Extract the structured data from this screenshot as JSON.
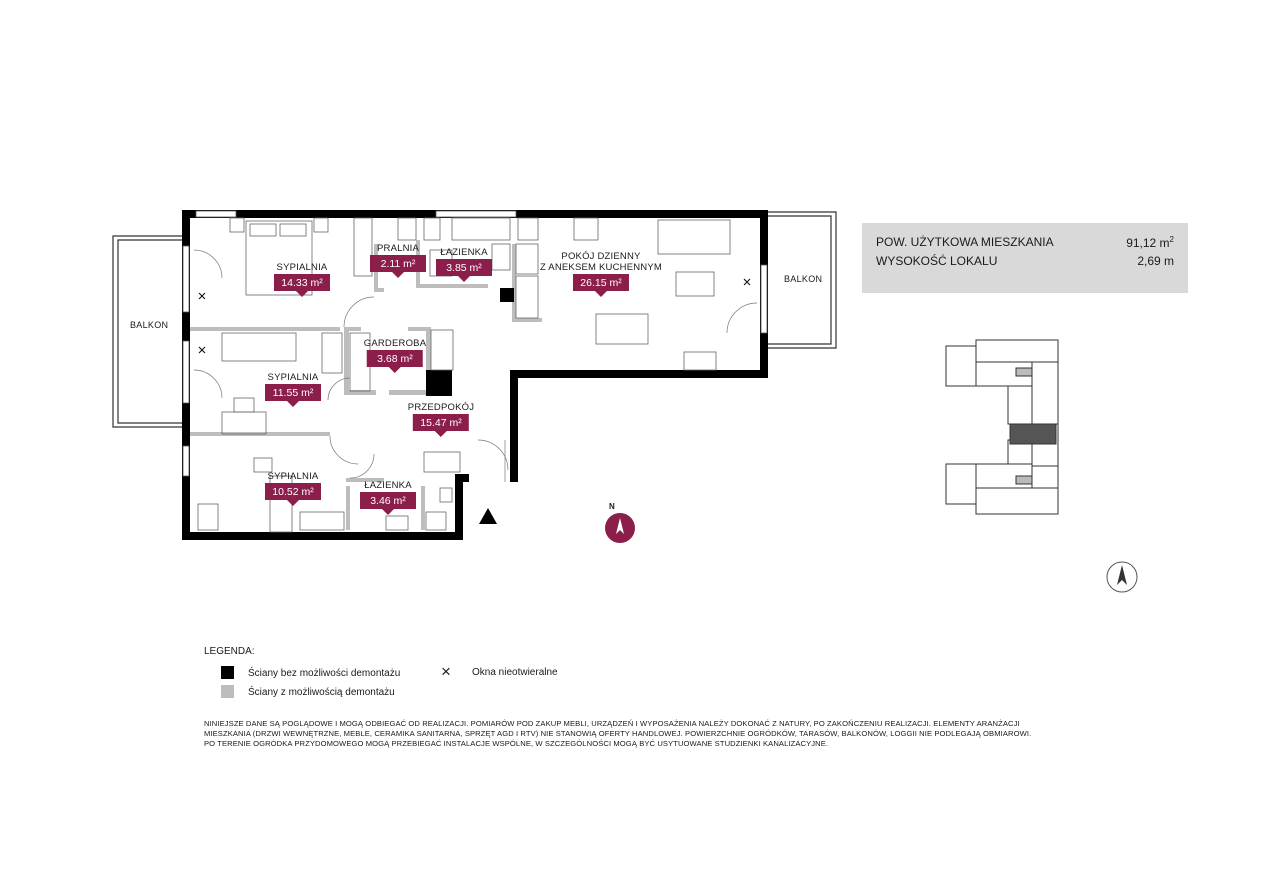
{
  "summary": {
    "area_label": "POW. UŻYTKOWA MIESZKANIA",
    "area_value": "91,12 m",
    "area_unit_sup": "2",
    "height_label": "WYSOKOŚĆ LOKALU",
    "height_value": "2,69 m"
  },
  "rooms": [
    {
      "name": "SYPIALNIA",
      "area": "14.33 m²"
    },
    {
      "name": "PRALNIA",
      "area": "2.11 m²"
    },
    {
      "name": "ŁAZIENKA",
      "area": "3.85 m²"
    },
    {
      "name": "POKÓJ DZIENNY\nZ ANEKSEM KUCHENNYM",
      "area": "26.15 m²"
    },
    {
      "name": "GARDEROBA",
      "area": "3.68 m²"
    },
    {
      "name": "SYPIALNIA",
      "area": "11.55 m²"
    },
    {
      "name": "PRZEDPOKÓJ",
      "area": "15.47 m²"
    },
    {
      "name": "SYPIALNIA",
      "area": "10.52 m²"
    },
    {
      "name": "ŁAZIENKA",
      "area": "3.46 m²"
    }
  ],
  "balconies": [
    "BALKON",
    "BALKON"
  ],
  "compass_letter": "N",
  "legend": {
    "title": "LEGENDA:",
    "fixed_walls": "Ściany bez możliwości demontażu",
    "removable_walls": "Ściany z możliwością demontażu",
    "fixed_windows": "Okna nieotwieralne",
    "fixed_color": "#000000",
    "removable_color": "#bdbdbd"
  },
  "colors": {
    "badge": "#8b1e4b",
    "info_bg": "#d9d9d9"
  },
  "disclaimer": "NINIEJSZE DANE SĄ POGLĄDOWE I MOGĄ ODBIEGAĆ OD REALIZACJI. POMIARÓW POD ZAKUP MEBLI, URZĄDZEŃ I WYPOSAŻENIA NALEŻY DOKONAĆ Z NATURY, PO ZAKOŃCZENIU REALIZACJI. ELEMENTY ARANŻACJI MIESZKANIA (DRZWI WEWNĘTRZNE, MEBLE, CERAMIKA SANITARNA, SPRZĘT AGD I RTV) NIE STANOWIĄ OFERTY HANDLOWEJ. POWIERZCHNIE OGRÓDKÓW, TARASÓW, BALKONÓW, LOGGII NIE PODLEGAJĄ OBMIAROWI. PO TERENIE OGRÓDKA PRZYDOMOWEGO MOGĄ PRZEBIEGAĆ INSTALACJE WSPÓLNE, W SZCZEGÓLNOŚCI MOGĄ BYĆ USYTUOWANE STUDZIENKI KANALIZACYJNE."
}
